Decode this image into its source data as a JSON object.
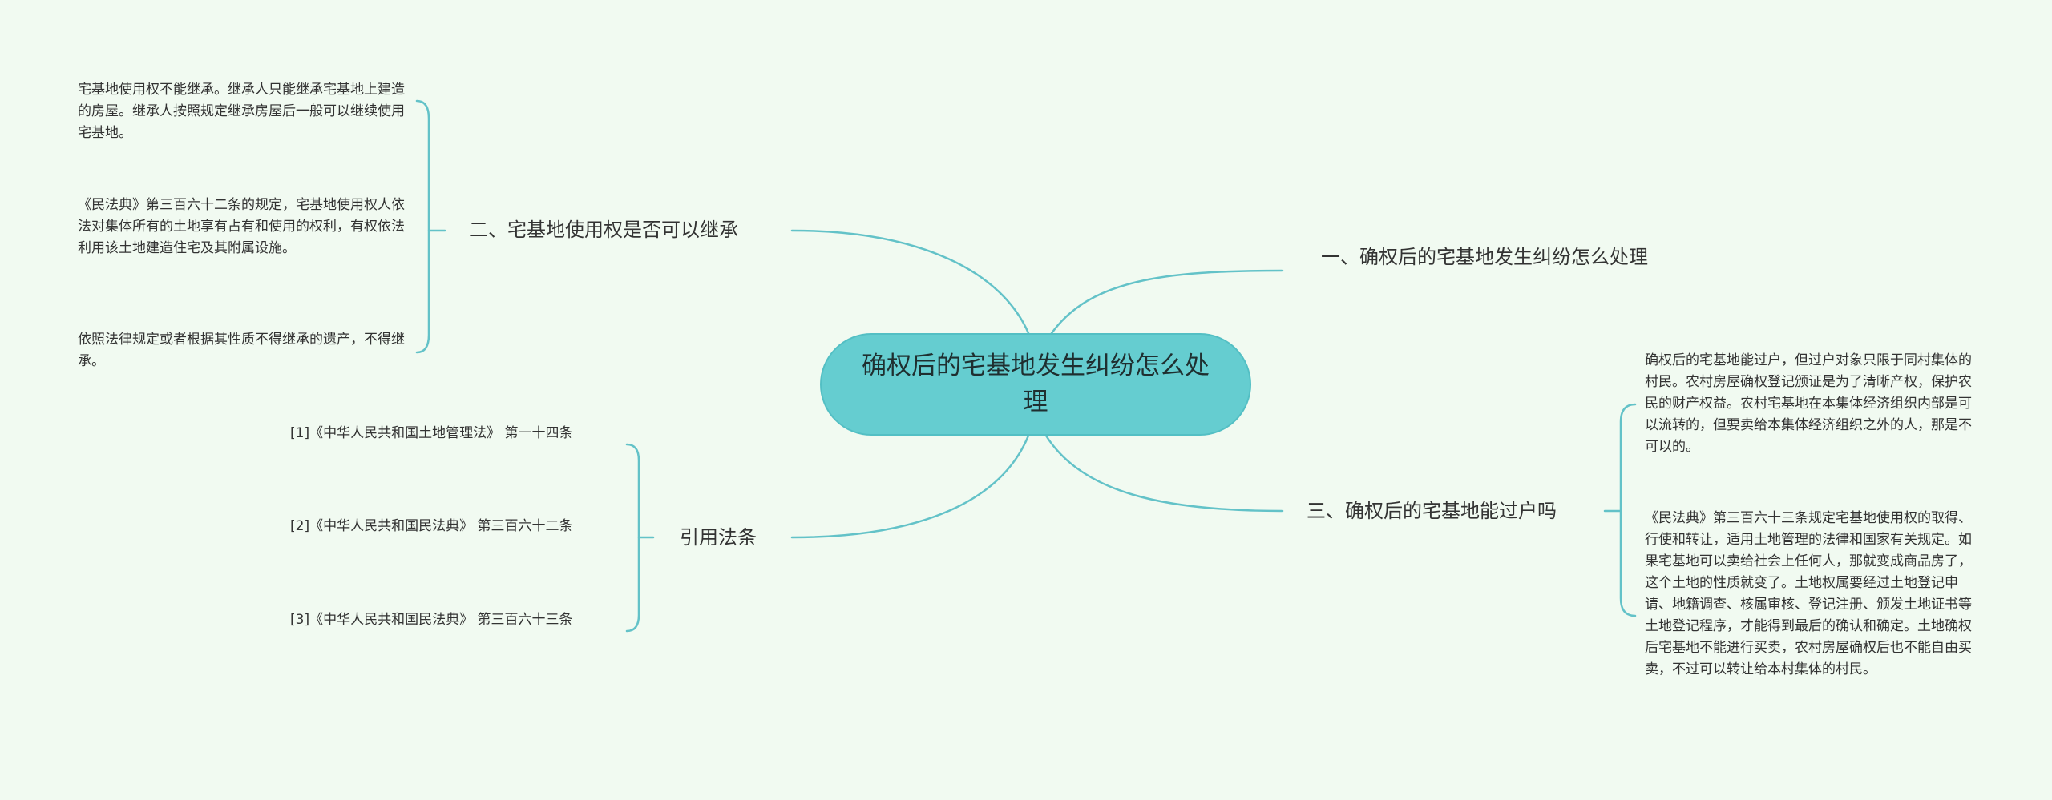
{
  "colors": {
    "background": "#f1faf1",
    "central_fill": "#65cdd0",
    "link": "#63c2c8"
  },
  "central": {
    "label": "确权后的宅基地发生纠纷怎么处理"
  },
  "branches": {
    "b1": {
      "label": "一、确权后的宅基地发生纠纷怎么处理"
    },
    "b2": {
      "label": "二、宅基地使用权是否可以继承",
      "leaves": [
        "宅基地使用权不能继承。继承人只能继承宅基地上建造的房屋。继承人按照规定继承房屋后一般可以继续使用宅基地。",
        "《民法典》第三百六十二条的规定，宅基地使用权人依法对集体所有的土地享有占有和使用的权利，有权依法利用该土地建造住宅及其附属设施。",
        "依照法律规定或者根据其性质不得继承的遗产，不得继承。"
      ]
    },
    "b3": {
      "label": "三、确权后的宅基地能过户吗",
      "leaves": [
        "确权后的宅基地能过户，但过户对象只限于同村集体的村民。农村房屋确权登记颁证是为了清晰产权，保护农民的财产权益。农村宅基地在本集体经济组织内部是可以流转的，但要卖给本集体经济组织之外的人，那是不可以的。",
        "《民法典》第三百六十三条规定宅基地使用权的取得、行使和转让，适用土地管理的法律和国家有关规定。如果宅基地可以卖给社会上任何人，那就变成商品房了，这个土地的性质就变了。土地权属要经过土地登记申请、地籍调查、核属审核、登记注册、颁发土地证书等土地登记程序，才能得到最后的确认和确定。土地确权后宅基地不能进行买卖，农村房屋确权后也不能自由买卖，不过可以转让给本村集体的村民。"
      ]
    },
    "b4": {
      "label": "引用法条",
      "leaves": [
        "[1]《中华人民共和国土地管理法》 第一十四条",
        "[2]《中华人民共和国民法典》 第三百六十二条",
        "[3]《中华人民共和国民法典》 第三百六十三条"
      ]
    }
  }
}
